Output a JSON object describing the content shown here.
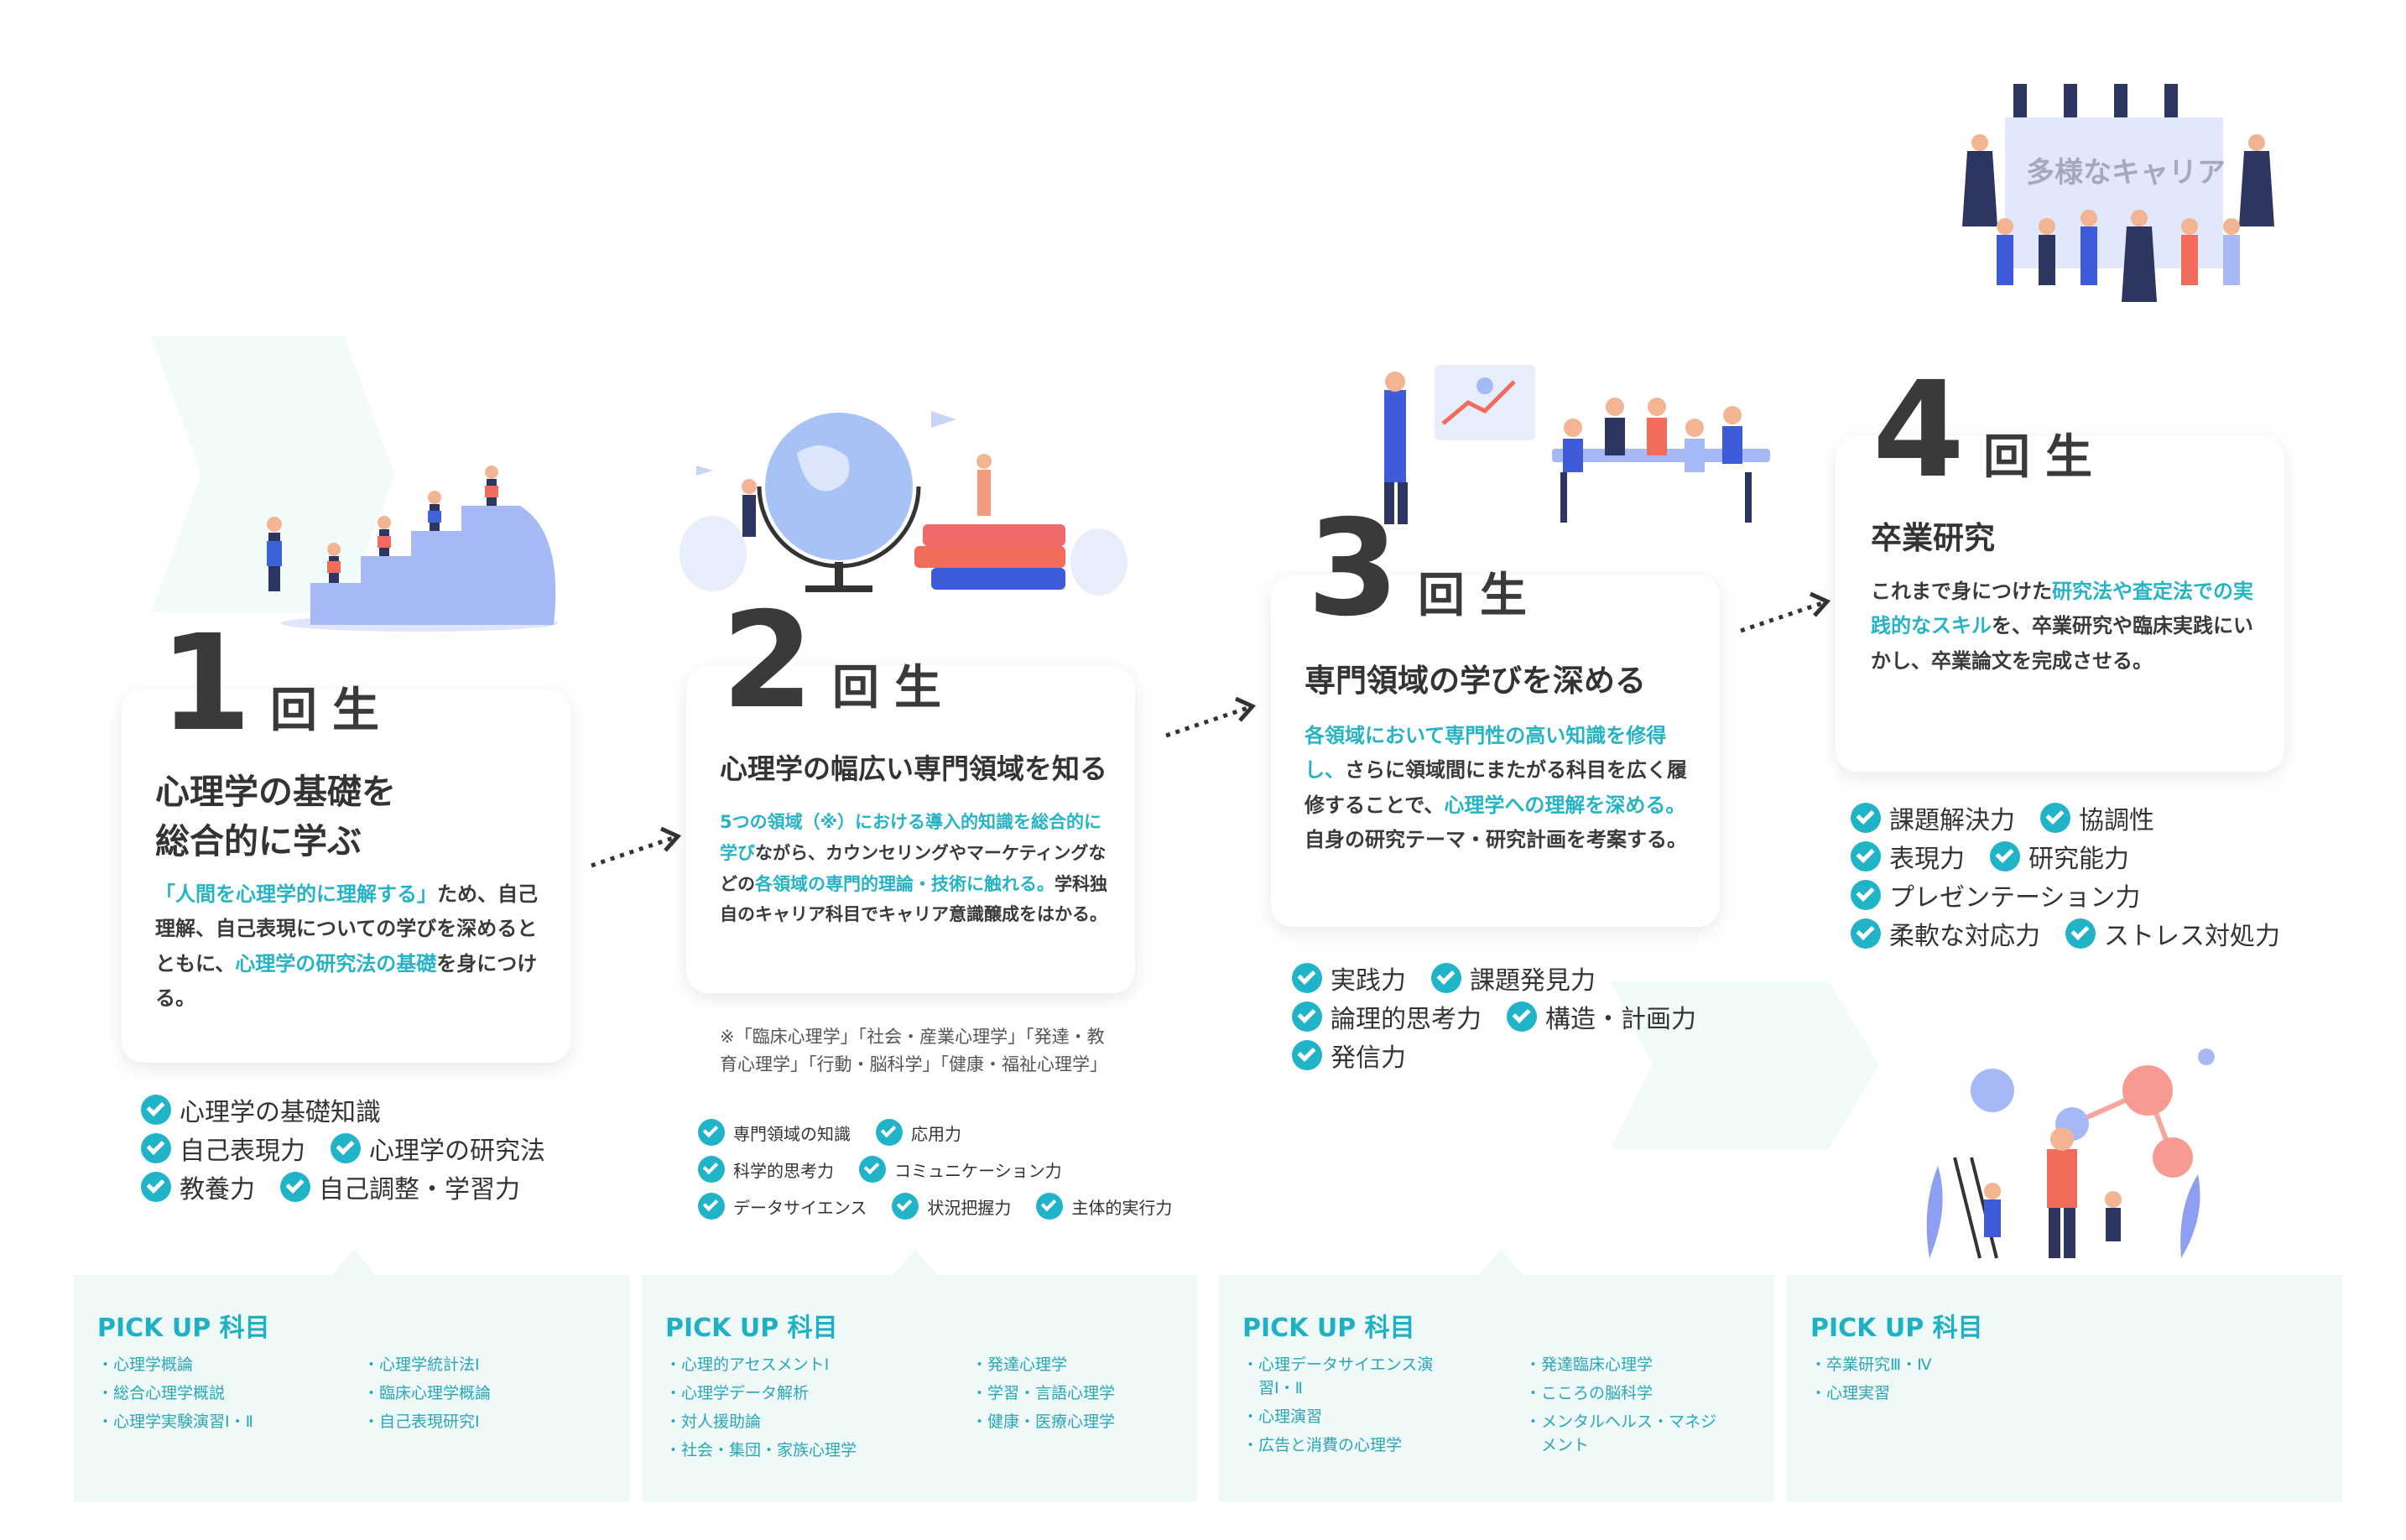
{
  "colors": {
    "accent": "#26b3c6",
    "check": "#21b4c8",
    "pickup_bg": "#eef9f8",
    "text": "#333333",
    "illustration": "#a7b9f5"
  },
  "career": {
    "title": "多様なキャリア"
  },
  "years": [
    {
      "num": "1",
      "suffix": "回生",
      "title_lines": [
        "心理学の基礎を",
        "総合的に学ぶ"
      ],
      "body": [
        {
          "t": "「人間を心理学的に理解する」",
          "h": true
        },
        {
          "t": "ため、自己理解、自己表現についての学びを深めるとともに、",
          "h": false
        },
        {
          "t": "心理学の研究法の基礎",
          "h": true
        },
        {
          "t": "を身につける。",
          "h": false
        }
      ],
      "skills": [
        [
          "心理学の基礎知識"
        ],
        [
          "自己表現力",
          "心理学の研究法"
        ],
        [
          "教養力",
          "自己調整・学習力"
        ]
      ]
    },
    {
      "num": "2",
      "suffix": "回生",
      "title_lines": [
        "心理学の幅広い専門領域を知る"
      ],
      "body": [
        {
          "t": "5つの領域（※）における導入的知識を総合的に学び",
          "h": true
        },
        {
          "t": "ながら、カウンセリングやマーケティングなどの",
          "h": false
        },
        {
          "t": "各領域の専門的理論・技術に触れる。",
          "h": true
        },
        {
          "t": "学科独自のキャリア科目でキャリア意識醸成をはかる。",
          "h": false
        }
      ],
      "note": "※「臨床心理学」「社会・産業心理学」「発達・教育心理学」「行動・脳科学」「健康・福祉心理学」",
      "skills": [
        [
          "専門領域の知識",
          "応用力"
        ],
        [
          "科学的思考力",
          "コミュニケーション力"
        ],
        [
          "データサイエンス",
          "状況把握力",
          "主体的実行力"
        ]
      ]
    },
    {
      "num": "3",
      "suffix": "回生",
      "title_lines": [
        "専門領域の学びを深める"
      ],
      "body": [
        {
          "t": "各領域において専門性の高い知識を修得し、",
          "h": true
        },
        {
          "t": "さらに領域間にまたがる科目を広く履修することで、",
          "h": false
        },
        {
          "t": "心理学への理解を深める。",
          "h": true
        },
        {
          "t": "自身の研究テーマ・研究計画を考案する。",
          "h": false
        }
      ],
      "skills": [
        [
          "実践力",
          "課題発見力"
        ],
        [
          "論理的思考力",
          "構造・計画力"
        ],
        [
          "発信力"
        ]
      ]
    },
    {
      "num": "4",
      "suffix": "回生",
      "title_lines": [
        "卒業研究"
      ],
      "body": [
        {
          "t": "これまで身につけた",
          "h": false
        },
        {
          "t": "研究法や査定法での実践的なスキル",
          "h": true
        },
        {
          "t": "を、卒業研究や臨床実践にいかし、卒業論文を完成させる。",
          "h": false
        }
      ],
      "skills": [
        [
          "課題解決力",
          "協調性"
        ],
        [
          "表現力",
          "研究能力"
        ],
        [
          "プレゼンテーション力"
        ],
        [
          "柔軟な対応力",
          "ストレス対処力"
        ]
      ]
    }
  ],
  "pickup": [
    {
      "title": "PICK UP 科目",
      "cols": [
        [
          "・心理学概論",
          "・総合心理学概説",
          "・心理学実験演習Ⅰ・Ⅱ"
        ],
        [
          "・心理学統計法Ⅰ",
          "・臨床心理学概論",
          "・自己表現研究Ⅰ"
        ]
      ]
    },
    {
      "title": "PICK UP 科目",
      "cols": [
        [
          "・心理的アセスメントⅠ",
          "・心理学データ解析",
          "・対人援助論",
          "・社会・集団・家族心理学"
        ],
        [
          "・発達心理学",
          "・学習・言語心理学",
          "・健康・医療心理学"
        ]
      ]
    },
    {
      "title": "PICK UP 科目",
      "cols": [
        [
          "・心理データサイエンス演",
          "　習Ⅰ・Ⅱ",
          "・心理演習",
          "・広告と消費の心理学"
        ],
        [
          "・発達臨床心理学",
          "・こころの脳科学",
          "・メンタルヘルス・マネジ",
          "　メント"
        ]
      ]
    },
    {
      "title": "PICK UP 科目",
      "cols": [
        [
          "・卒業研究Ⅲ・Ⅳ",
          "・心理実習"
        ]
      ]
    }
  ]
}
